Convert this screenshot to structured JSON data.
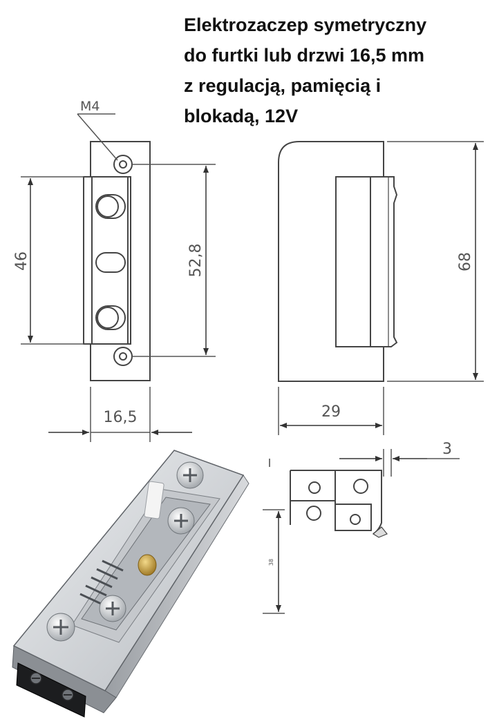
{
  "title": {
    "lines": [
      "Elektrozaczep symetryczny",
      "do furtki lub drzwi 16,5 mm",
      "z regulacją, pamięcią i",
      "blokadą, 12V"
    ]
  },
  "drawing": {
    "thread_label": "M4",
    "dim_height_inner": "46",
    "dim_height_mounting": "52,8",
    "dim_width_front": "16,5",
    "dim_height_total": "68",
    "dim_depth": "29",
    "dim_offset": "3",
    "dim_small": "38"
  },
  "colors": {
    "line": "#444444",
    "text": "#111111",
    "metal_light": "#d4d6d9",
    "metal_mid": "#a9adb2",
    "metal_dark": "#5b5f64",
    "brass": "#c69a2e"
  }
}
